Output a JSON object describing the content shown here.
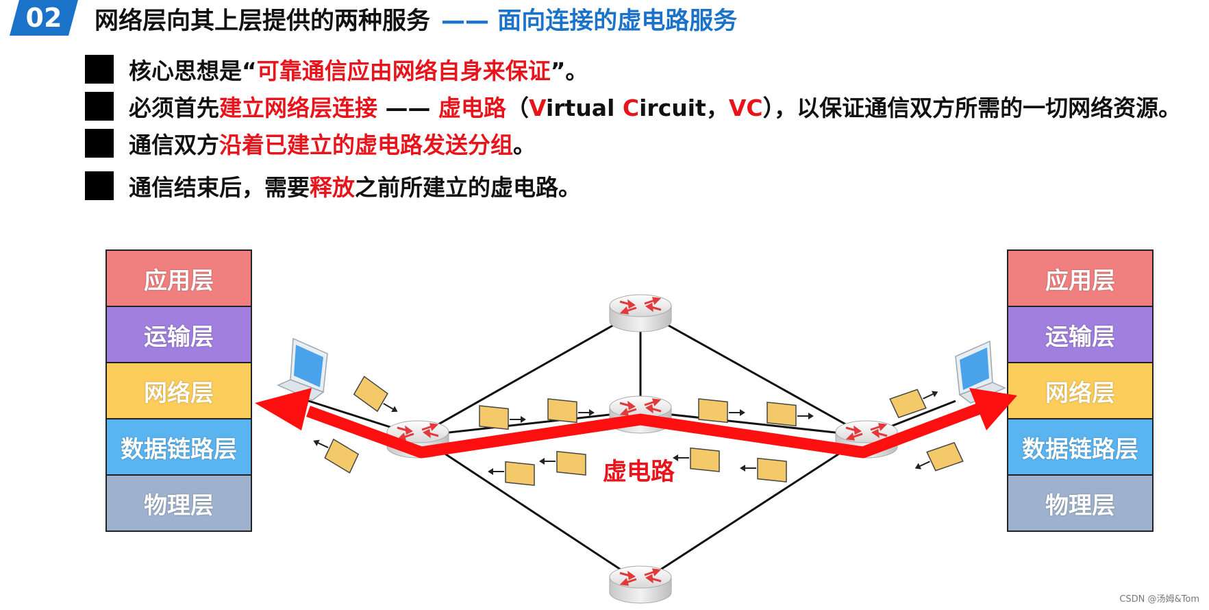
{
  "header": {
    "badge": "02",
    "title": "网络层向其上层提供的两种服务",
    "subtitle": "—— 面向连接的虚电路服务"
  },
  "bullets": [
    {
      "segments": [
        {
          "text": "核心思想是“",
          "red": false
        },
        {
          "text": "可靠通信应由网络自身来保证",
          "red": true
        },
        {
          "text": "”。",
          "red": false
        }
      ]
    },
    {
      "segments": [
        {
          "text": "必须首先",
          "red": false
        },
        {
          "text": "建立网络层连接",
          "red": true
        },
        {
          "text": " —— ",
          "red": false
        },
        {
          "text": "虚电路",
          "red": true
        },
        {
          "text": "（",
          "red": false
        },
        {
          "text": "V",
          "red": true
        },
        {
          "text": "irtual ",
          "red": false
        },
        {
          "text": "C",
          "red": true
        },
        {
          "text": "ircuit，",
          "red": false
        },
        {
          "text": "VC",
          "red": true
        },
        {
          "text": "），以保证通信双方所需的一切网络资源。",
          "red": false
        }
      ]
    },
    {
      "segments": [
        {
          "text": "通信双方",
          "red": false
        },
        {
          "text": "沿着已建立的虚电路发送分组",
          "red": true
        },
        {
          "text": "。",
          "red": false
        }
      ]
    },
    {
      "segments": [
        {
          "text": "通信结束后，需要",
          "red": false
        },
        {
          "text": "释放",
          "red": true
        },
        {
          "text": "之前所建立的虚电路。",
          "red": false
        }
      ]
    }
  ],
  "left_stack": {
    "layers": [
      {
        "label": "应用层",
        "color": "#f08080"
      },
      {
        "label": "运输层",
        "color": "#a07fdf"
      },
      {
        "label": "网络层",
        "color": "#fccd5a"
      },
      {
        "label": "数据链路层",
        "color": "#5ab4f0"
      },
      {
        "label": "物理层",
        "color": "#9eb2cd"
      }
    ]
  },
  "right_stack": {
    "layers": [
      {
        "label": "应用层",
        "color": "#f08080"
      },
      {
        "label": "运输层",
        "color": "#a07fdf"
      },
      {
        "label": "网络层",
        "color": "#fccd5a"
      },
      {
        "label": "数据链路层",
        "color": "#5ab4f0"
      },
      {
        "label": "物理层",
        "color": "#9eb2cd"
      }
    ]
  },
  "diagram": {
    "vc_label": "虚电路",
    "vc_color": "#ff1010",
    "packet_color": "#f4c96a"
  },
  "watermark": "CSDN @汤姆&Tom"
}
